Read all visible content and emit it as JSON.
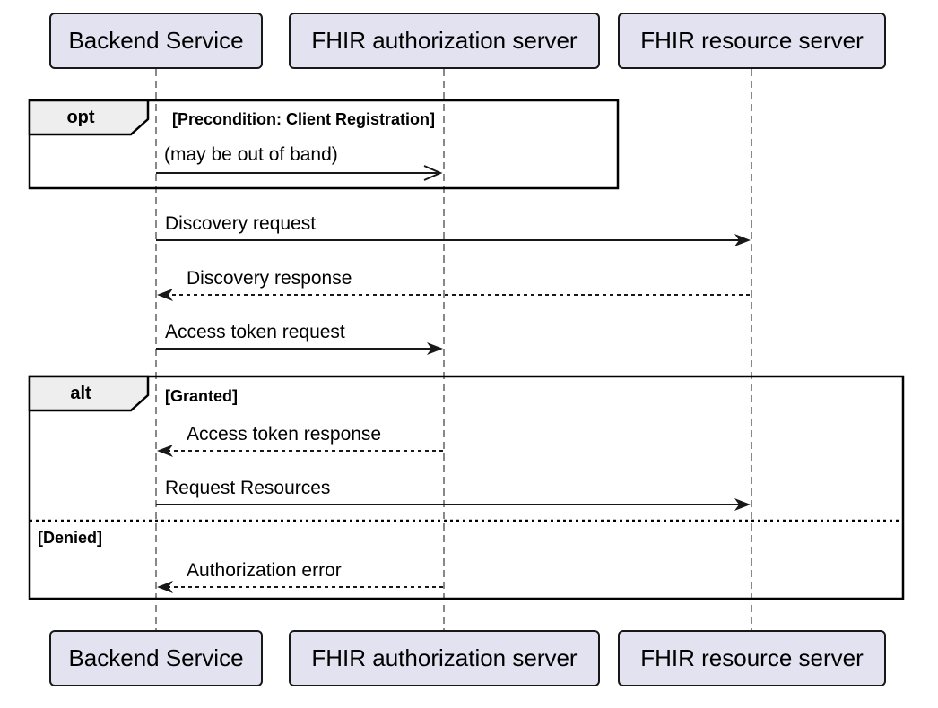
{
  "diagram": {
    "type": "uml-sequence-diagram",
    "participants": [
      {
        "name": "Backend Service"
      },
      {
        "name": "FHIR authorization server"
      },
      {
        "name": "FHIR resource server"
      }
    ],
    "fragments": {
      "opt": {
        "operator": "opt",
        "guard": "[Precondition: Client Registration]"
      },
      "alt": {
        "operator": "alt",
        "guard_granted": "[Granted]",
        "guard_denied": "[Denied]"
      }
    },
    "messages": [
      {
        "label": "(may be out of band)",
        "from": "Backend Service",
        "to": "FHIR authorization server",
        "line": "solid",
        "head": "open"
      },
      {
        "label": "Discovery request",
        "from": "Backend Service",
        "to": "FHIR resource server",
        "line": "solid",
        "head": "filled"
      },
      {
        "label": "Discovery response",
        "from": "FHIR resource server",
        "to": "Backend Service",
        "line": "dashed",
        "head": "filled"
      },
      {
        "label": "Access token request",
        "from": "Backend Service",
        "to": "FHIR authorization server",
        "line": "solid",
        "head": "filled"
      },
      {
        "label": "Access token response",
        "from": "FHIR authorization server",
        "to": "Backend Service",
        "line": "dashed",
        "head": "filled"
      },
      {
        "label": "Request Resources",
        "from": "Backend Service",
        "to": "FHIR resource server",
        "line": "solid",
        "head": "filled"
      },
      {
        "label": "Authorization error",
        "from": "FHIR authorization server",
        "to": "Backend Service",
        "line": "dashed",
        "head": "filled"
      }
    ],
    "colors": {
      "background": "#FFFFFF",
      "participant_fill": "#E2E2F0",
      "participant_border": "#181818",
      "fragment_header_fill": "#EEEEEE",
      "line_color": "#181818",
      "lifeline_color": "#888888"
    }
  }
}
